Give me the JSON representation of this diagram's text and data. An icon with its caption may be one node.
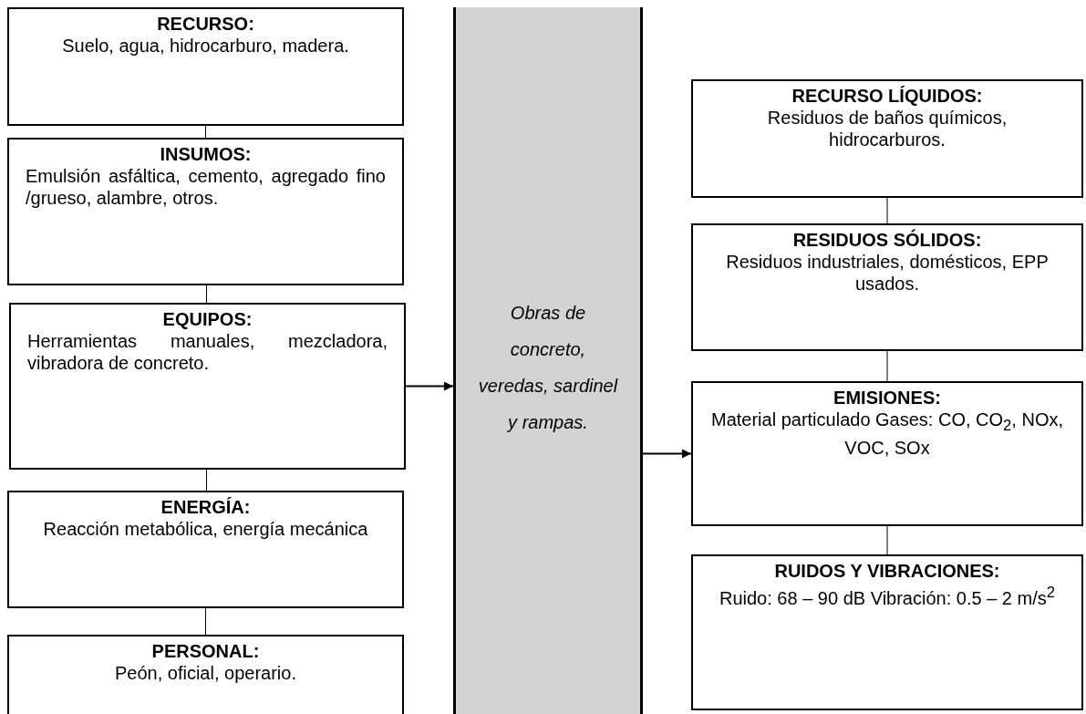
{
  "diagram": {
    "nodes": [
      {
        "text": [
          "RECURSO:",
          "Suelo, agua, hidrocarburo, madera."
        ]
      },
      {
        "text": [
          "INSUMOS:",
          "Emulsión asfáltica, cemento, agregado fino /grueso, alambre, otros."
        ]
      },
      {
        "text": [
          "EQUIPOS:",
          "Herramientas manuales, mezcladora, vibradora de concreto."
        ]
      },
      {
        "text": [
          "ENERGÍA:",
          "Reacción metabólica, energía mecánica"
        ]
      },
      {
        "text": [
          "PERSONAL:",
          "Peón, oficial, operario."
        ]
      },
      {
        "text": [
          "Obras de concreto, veredas, sardinel y rampas."
        ]
      },
      {
        "text": [
          "RECURSO LÍQUIDOS:",
          "Residuos de baños químicos, hidrocarburos."
        ]
      },
      {
        "text": [
          "RESIDUOS SÓLIDOS:",
          "Residuos industriales, domésticos, EPP usados."
        ]
      },
      {
        "text": [
          "**EMISIONES**:",
          "Material particulado Gases: CO, CO$_{2}$, NOx, VOC, SOx"
        ]
      },
      {
        "text": [
          "RUIDOS Y VIBRACIONES:",
          "Ruido: 68 – 90 dB Vibración: 0.5 – 2 m/s$^{2}$"
        ]
      }
    ],
    "edges": [
      {
        "from": 0,
        "to": 1,
        "arrow": "none"
      },
      {
        "from": 1,
        "to": 2,
        "arrow": "none"
      },
      {
        "from": 2,
        "to": 3,
        "arrow": "none"
      },
      {
        "from": 3,
        "to": 4,
        "arrow": "none"
      },
      {
        "from": 2,
        "to": 5,
        "arrow": "to"
      },
      {
        "from": 5,
        "to": 8,
        "arrow": "to"
      },
      {
        "from": 6,
        "to": 7,
        "arrow": "none"
      },
      {
        "from": 7,
        "to": 8,
        "arrow": "none"
      },
      {
        "from": 8,
        "to": 9,
        "arrow": "none"
      }
    ]
  }
}
